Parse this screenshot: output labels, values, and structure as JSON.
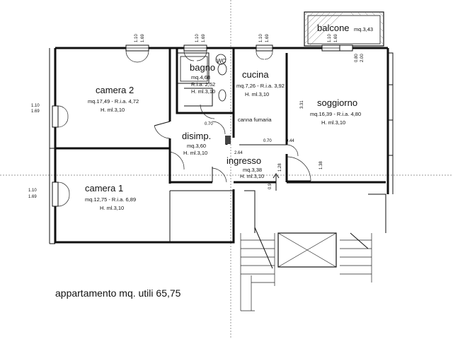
{
  "rooms": {
    "camera2": {
      "name": "camera 2",
      "area": "mq.17,49 - R.i.a. 4,72",
      "height": "H. ml.3,10"
    },
    "camera1": {
      "name": "camera 1",
      "area": "mq.12,75 - R.i.a. 6,89",
      "height": "H. ml.3,10"
    },
    "bagno": {
      "name": "bagno",
      "area": "mq.4,68",
      "ria": "R.i.a. 2,52",
      "height": "H. ml.3,10"
    },
    "cucina": {
      "name": "cucina",
      "area": "mq.7,26 - R.i.a. 3,92",
      "height": "H. ml.3,10"
    },
    "soggiorno": {
      "name": "soggiorno",
      "area": "mq.16,39 - R.i.a. 4,80",
      "height": "H. ml.3,10"
    },
    "disimp": {
      "name": "disimp.",
      "area": "mq.3,60",
      "height": "H. ml.3,10"
    },
    "ingresso": {
      "name": "ingresso",
      "area": "mq.3,38",
      "height": "H. ml.3,10"
    },
    "balcone": {
      "name": "balcone",
      "area": "mq.3,43"
    }
  },
  "labels": {
    "wc": "WC",
    "canna_fumaria": "canna fumaria",
    "caption": "appartamento mq. utili 65,75"
  },
  "dimensions": {
    "window_110_169": [
      "1.10",
      "1.69"
    ],
    "door_070": "0.70",
    "door_080_200": [
      "0.80",
      "2.00"
    ],
    "d_331": "3.31",
    "d_044": "0.44",
    "d_264": "2.64",
    "d_128": "1.28",
    "d_138": "1.38",
    "d_090": "0.90"
  },
  "colors": {
    "wall": "#111111",
    "paper": "#ffffff",
    "fold": "#9a9a9a"
  }
}
